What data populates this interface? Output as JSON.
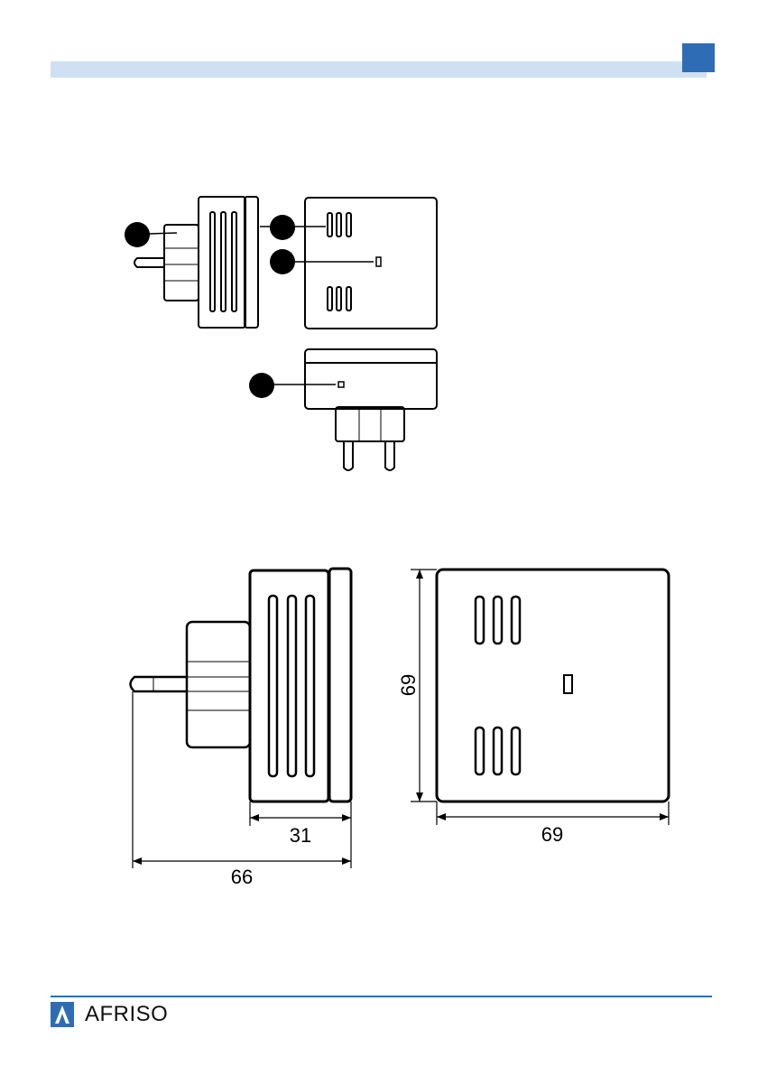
{
  "dimensions": {
    "side_depth": "31",
    "total_depth": "66",
    "front_height": "69",
    "front_width": "69"
  },
  "footer": {
    "brand": "AFRISO",
    "brand_color": "#2e6db5"
  },
  "header": {
    "bar_color": "#cfe0f3",
    "page_marker_color": "#2e6db5"
  }
}
